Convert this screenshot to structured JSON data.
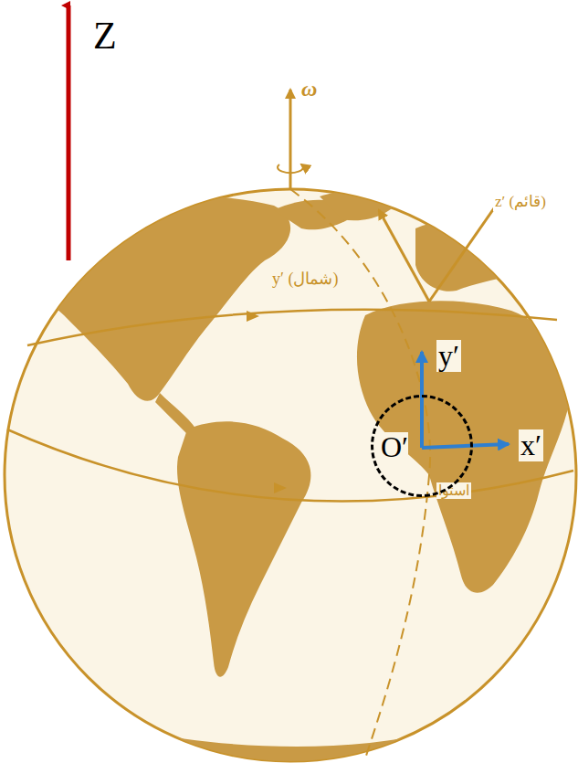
{
  "diagram": {
    "nodes": [
      {
        "text": [
          "O′"
        ]
      }
    ],
    "labels": [
      "Z",
      "ω",
      "z′ (قائم)",
      "y′ (شمال)",
      "استوا",
      "y′",
      "x′"
    ]
  }
}
